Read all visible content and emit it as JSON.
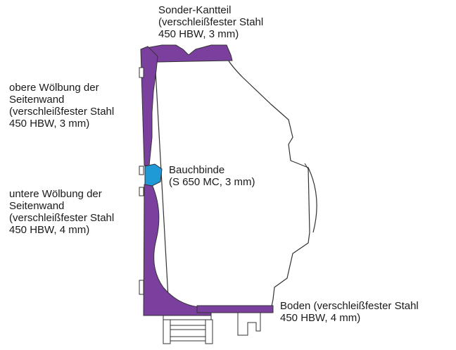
{
  "labels": {
    "top_edge": "Sonder-Kantteil\n(verschleißfester Stahl\n450 HBW, 3 mm)",
    "upper_bulge": "obere Wölbung der\nSeitenwand\n(verschleißfester Stahl\n450 HBW, 3 mm)",
    "belly_band": "Bauchbinde\n(S 650 MC, 3 mm)",
    "lower_bulge": "untere Wölbung der\nSeitenwand\n(verschleißfester Stahl\n450 HBW, 4 mm)",
    "floor": "Boden (verschleißfester Stahl\n450 HBW, 4 mm)"
  },
  "colors": {
    "wear_steel": "#7b3f9e",
    "belly_band": "#1f9ad6",
    "outline": "#333333"
  }
}
